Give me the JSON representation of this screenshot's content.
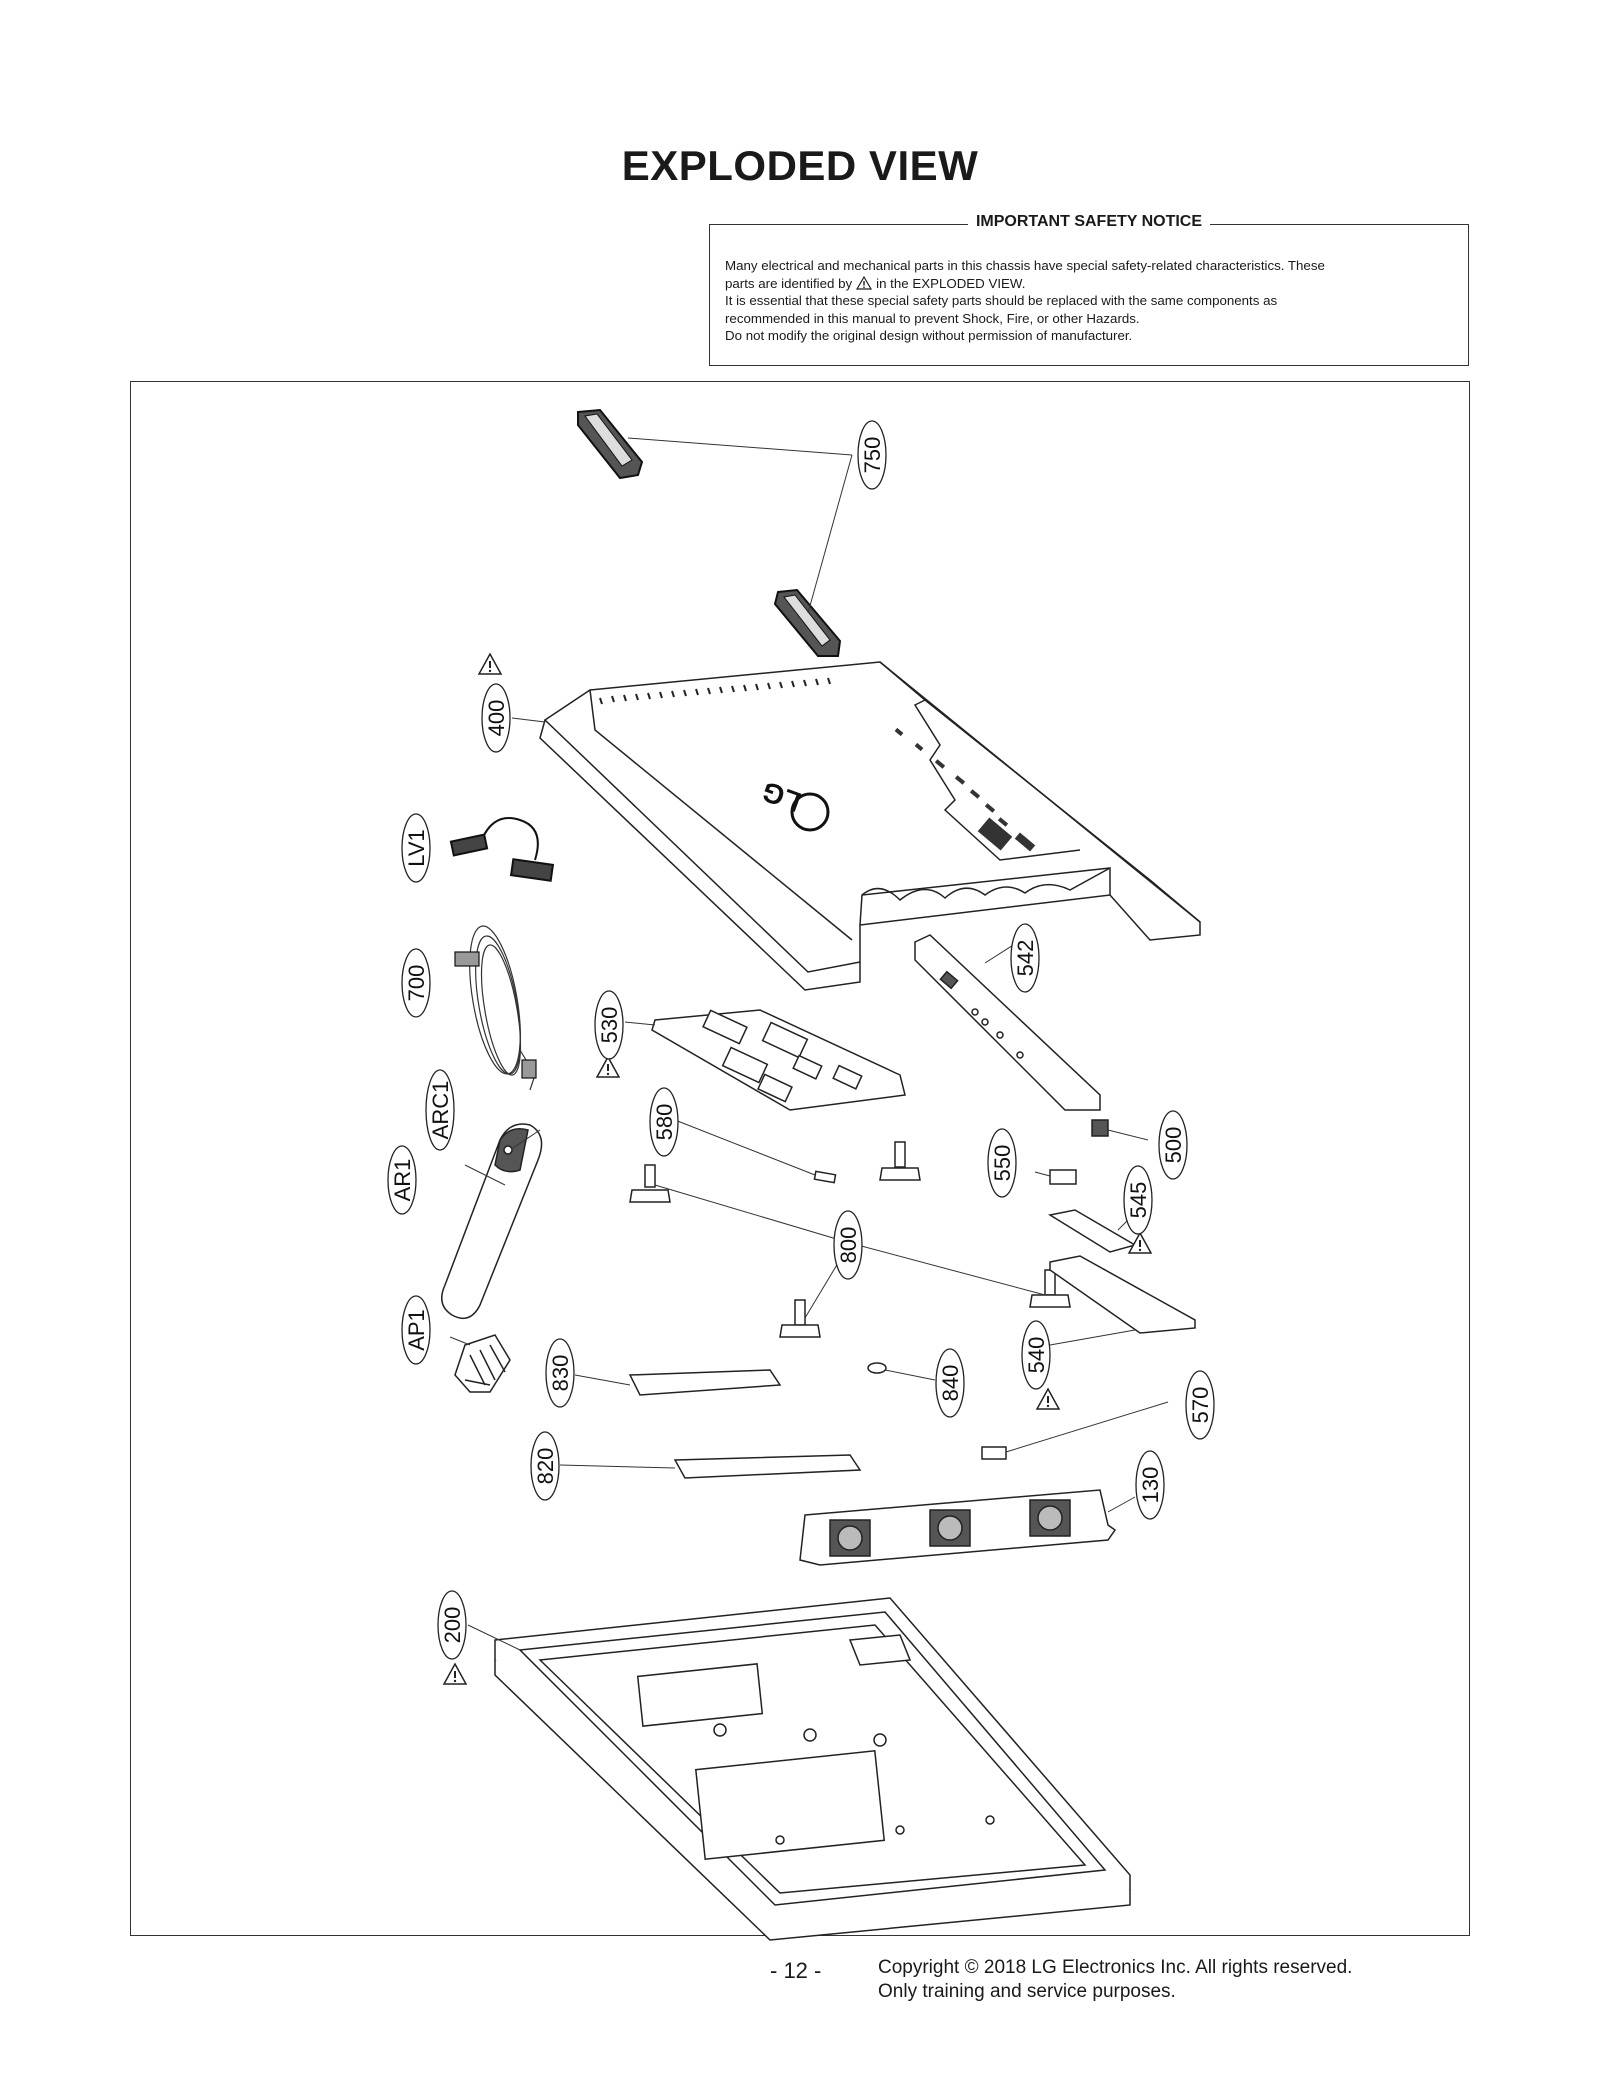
{
  "page": {
    "title": "EXPLODED VIEW",
    "page_number": "- 12 -",
    "copyright_line1": "Copyright © 2018 LG Electronics Inc. All rights reserved.",
    "copyright_line2": "Only training and service purposes."
  },
  "notice": {
    "title": "IMPORTANT SAFETY NOTICE",
    "line1": "Many electrical and mechanical parts in this chassis have special safety-related characteristics. These",
    "line2a": "parts are identified by",
    "line2b": "in the EXPLODED VIEW.",
    "line3": "It is essential that these special safety parts should be replaced with the same components as",
    "line4": "recommended in this manual to prevent Shock, Fire, or other Hazards.",
    "line5": "Do not modify the original design without permission of manufacturer.",
    "warning_icon": "warning-triangle-icon"
  },
  "callouts": [
    {
      "id": "c750",
      "label": "750"
    },
    {
      "id": "c400",
      "label": "400"
    },
    {
      "id": "cLV1",
      "label": "LV1"
    },
    {
      "id": "c700",
      "label": "700"
    },
    {
      "id": "c542",
      "label": "542"
    },
    {
      "id": "c530",
      "label": "530"
    },
    {
      "id": "cARC1",
      "label": "ARC1"
    },
    {
      "id": "cAR1",
      "label": "AR1"
    },
    {
      "id": "c580",
      "label": "580"
    },
    {
      "id": "c550",
      "label": "550"
    },
    {
      "id": "c500",
      "label": "500"
    },
    {
      "id": "c545",
      "label": "545"
    },
    {
      "id": "c800",
      "label": "800"
    },
    {
      "id": "cAP1",
      "label": "AP1"
    },
    {
      "id": "c830",
      "label": "830"
    },
    {
      "id": "c540",
      "label": "540"
    },
    {
      "id": "c840",
      "label": "840"
    },
    {
      "id": "c570",
      "label": "570"
    },
    {
      "id": "c820",
      "label": "820"
    },
    {
      "id": "c130",
      "label": "130"
    },
    {
      "id": "c200",
      "label": "200"
    }
  ],
  "logo_text": "LG"
}
